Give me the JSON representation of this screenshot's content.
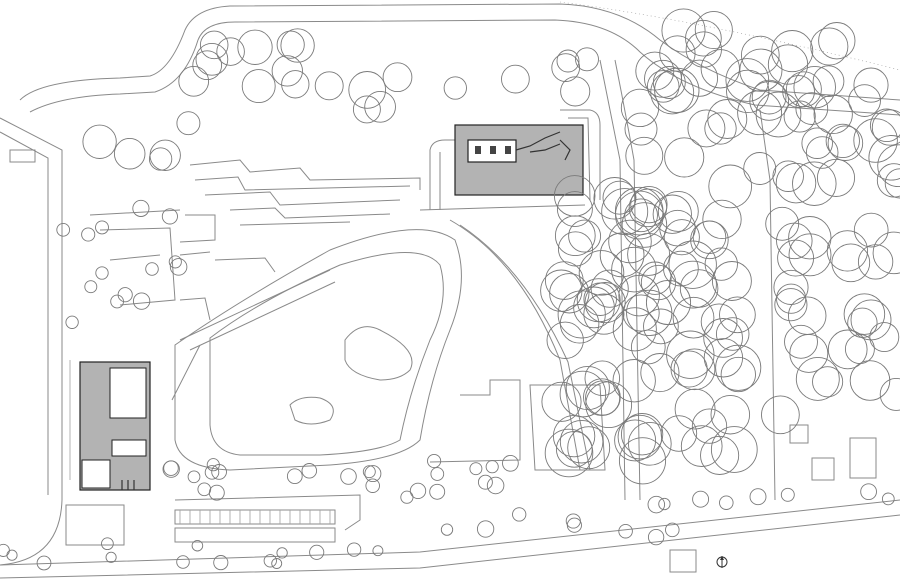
{
  "plan": {
    "colors": {
      "background": "#ffffff",
      "line": "#8a8a8a",
      "building_fill": "#b3b3b3",
      "building_dark": "#222222",
      "tree": "#7a7a7a"
    },
    "features": [
      "perimeter-road",
      "oval-track",
      "building-north",
      "building-west",
      "parking-area",
      "tree-canopy",
      "north-arrow-icon"
    ]
  }
}
